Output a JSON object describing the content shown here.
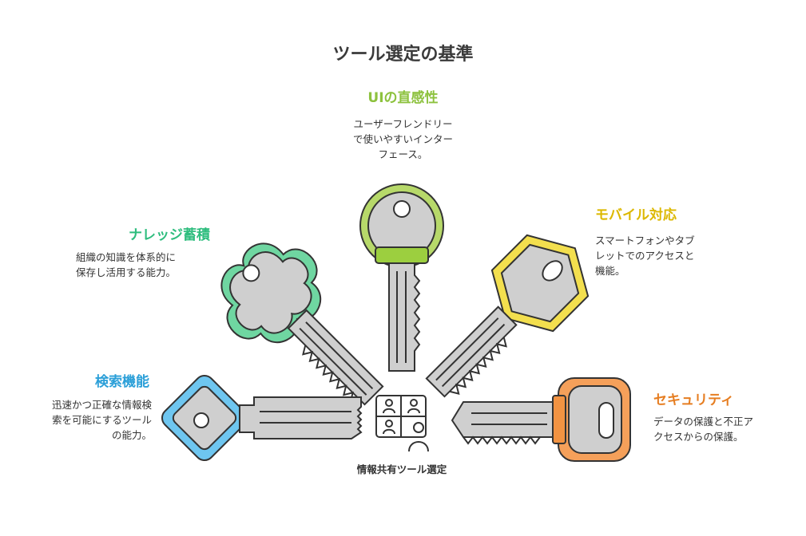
{
  "title": "ツール選定の基準",
  "center": {
    "label": "情報共有ツール選定",
    "icon": "team-meeting-icon"
  },
  "criteria": [
    {
      "heading": "UIの直感性",
      "description": [
        "ユーザーフレンドリー",
        "で使いやすいインター",
        "フェース。"
      ],
      "color": "#8dc23e"
    },
    {
      "heading": "モバイル対応",
      "description": [
        "スマートフォンやタブ",
        "レットでのアクセスと",
        "機能。"
      ],
      "color": "#e3c100"
    },
    {
      "heading": "ナレッジ蓄積",
      "description": [
        "組織の知識を体系的に",
        "保存し活用する能力。"
      ],
      "color": "#2ebd7e"
    },
    {
      "heading": "検索機能",
      "description": [
        "迅速かつ正確な情報検",
        "索を可能にするツール",
        "の能力。"
      ],
      "color": "#2b9fd8"
    },
    {
      "heading": "セキュリティ",
      "description": [
        "データの保護と不正ア",
        "クセスからの保護。"
      ],
      "color": "#e67e22"
    }
  ]
}
